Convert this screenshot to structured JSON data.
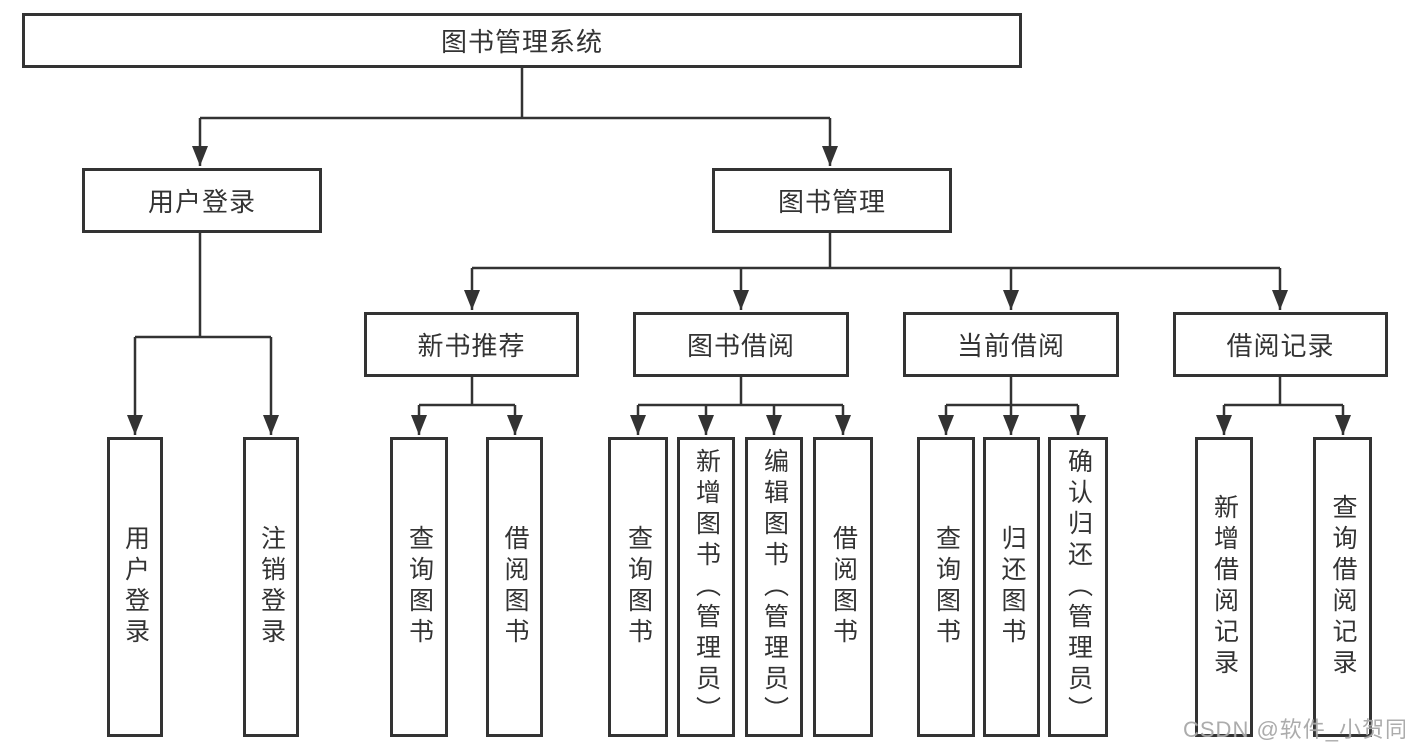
{
  "tree": {
    "root": {
      "label": "图书管理系统"
    },
    "children": [
      {
        "label": "用户登录",
        "children": [
          {
            "label": "用户登录"
          },
          {
            "label": "注销登录"
          }
        ]
      },
      {
        "label": "图书管理",
        "children": [
          {
            "label": "新书推荐",
            "children": [
              {
                "label": "查询图书"
              },
              {
                "label": "借阅图书"
              }
            ]
          },
          {
            "label": "图书借阅",
            "children": [
              {
                "label": "查询图书"
              },
              {
                "label": "新增图书（管理员）"
              },
              {
                "label": "编辑图书（管理员）"
              },
              {
                "label": "借阅图书"
              }
            ]
          },
          {
            "label": "当前借阅",
            "children": [
              {
                "label": "查询图书"
              },
              {
                "label": "归还图书"
              },
              {
                "label": "确认归还（管理员）"
              }
            ]
          },
          {
            "label": "借阅记录",
            "children": [
              {
                "label": "新增借阅记录"
              },
              {
                "label": "查询借阅记录"
              }
            ]
          }
        ]
      }
    ]
  },
  "watermark": "CSDN @软件_小贺同学",
  "colors": {
    "line": "#333333",
    "box_border": "#333333",
    "text": "#333333",
    "watermark": "#a3a3a3",
    "background": "#ffffff"
  }
}
